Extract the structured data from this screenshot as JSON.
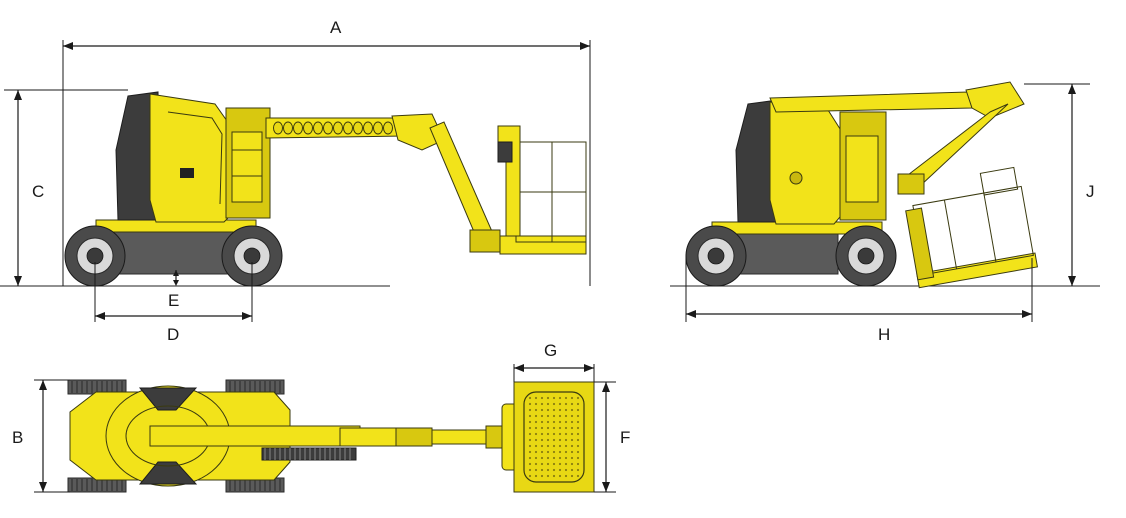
{
  "labels": {
    "A": "A",
    "B": "B",
    "C": "C",
    "D": "D",
    "E": "E",
    "F": "F",
    "G": "G",
    "H": "H",
    "J": "J"
  },
  "colors": {
    "machine_yellow": "#F2E31A",
    "machine_grey": "#5a5a5a",
    "line": "#1a1a1a"
  }
}
